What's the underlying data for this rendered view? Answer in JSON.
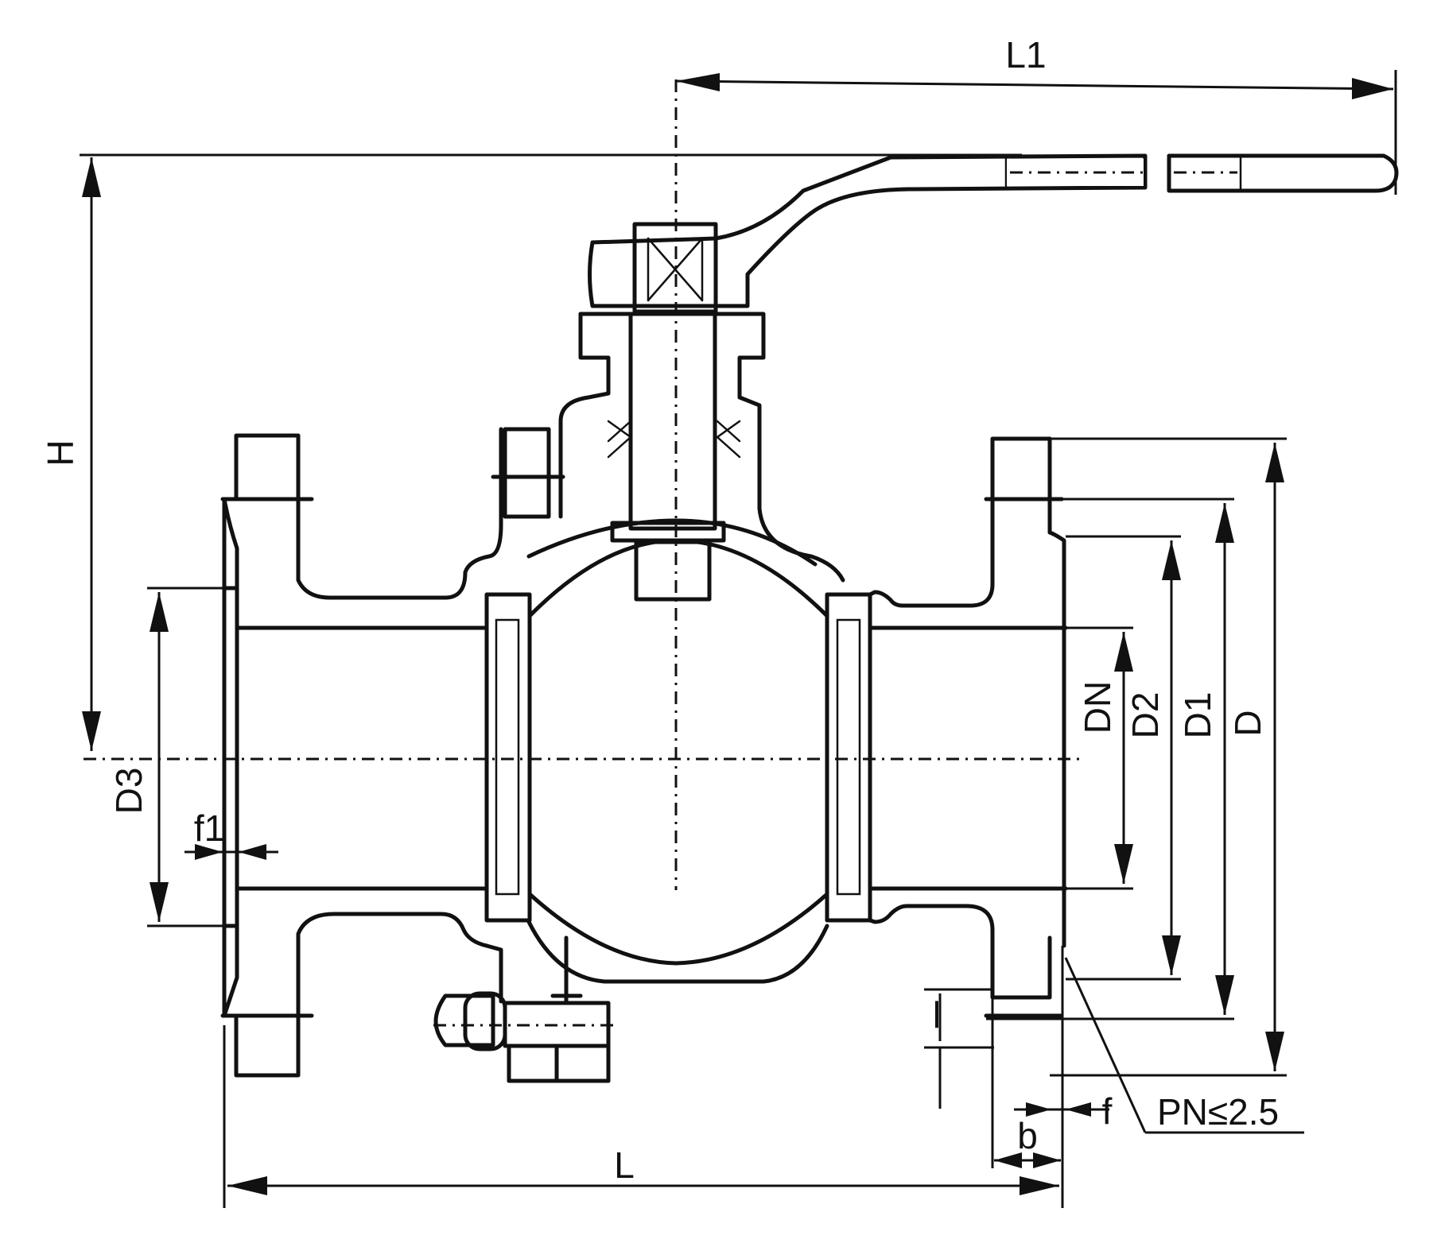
{
  "labels": {
    "L1": "L1",
    "H": "H",
    "D3": "D3",
    "f1": "f1",
    "DN": "DN",
    "D2": "D2",
    "D1": "D1",
    "D": "D",
    "l": "l",
    "f": "f",
    "b": "b",
    "L": "L",
    "PN": "PN≤2.5"
  },
  "colors": {
    "line": "#111111",
    "background": "#ffffff"
  }
}
